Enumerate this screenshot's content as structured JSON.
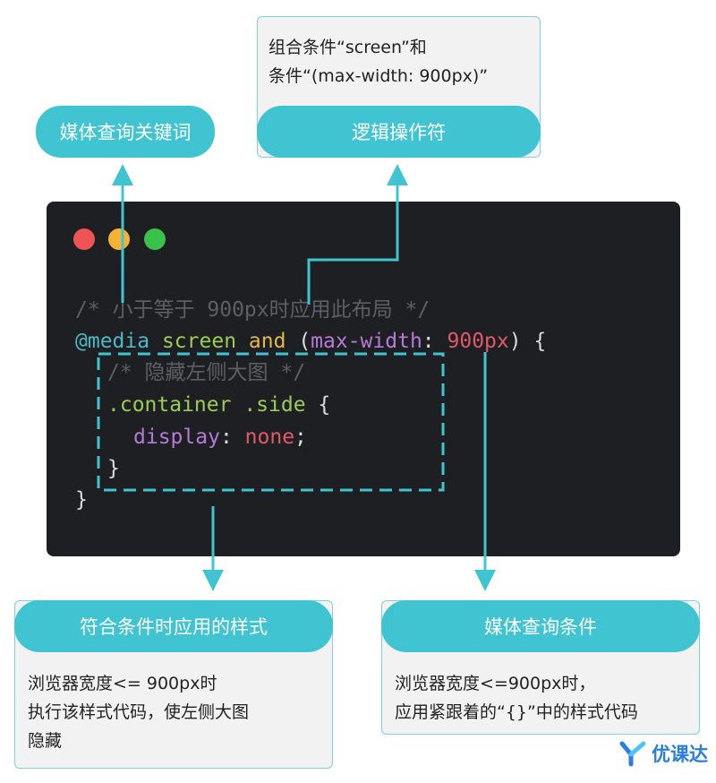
{
  "labels": {
    "media_keyword": "媒体查询关键词",
    "logic_operator": "逻辑操作符",
    "style_when_match": "符合条件时应用的样式",
    "media_condition": "媒体查询条件"
  },
  "notes": {
    "logic_line1": "组合条件“screen”和",
    "logic_line2": "条件“(max-width: 900px)”",
    "style_line1": "浏览器宽度<= 900px时",
    "style_line2": "执行该样式代码，使左侧大图",
    "style_line3": "隐藏",
    "condition_line1": "浏览器宽度<=900px时，",
    "condition_line2": "应用紧跟着的“{}”中的样式代码"
  },
  "code": {
    "comment1": "/* 小于等于 900px时应用此布局 */",
    "at_media": "@media",
    "screen": "screen",
    "and": "and",
    "paren_open": "(",
    "prop_max_width": "max-width",
    "colon": ":",
    "value_900": "900px",
    "paren_close_brace": ") {",
    "comment2": "/* 隐藏左侧大图 */",
    "selector": ".container .side",
    "brace_open": "{",
    "prop_display": "display",
    "value_none": "none",
    "semicolon": ";",
    "inner_brace_close": "}",
    "outer_brace_close": "}"
  },
  "colors": {
    "accent": "#40c4d2",
    "code_bg": "#1e1f22",
    "dot_red": "#ef5454",
    "dot_yellow": "#f5b233",
    "dot_green": "#39c24a"
  },
  "logo": {
    "mark": "Y",
    "text": "优课达"
  }
}
